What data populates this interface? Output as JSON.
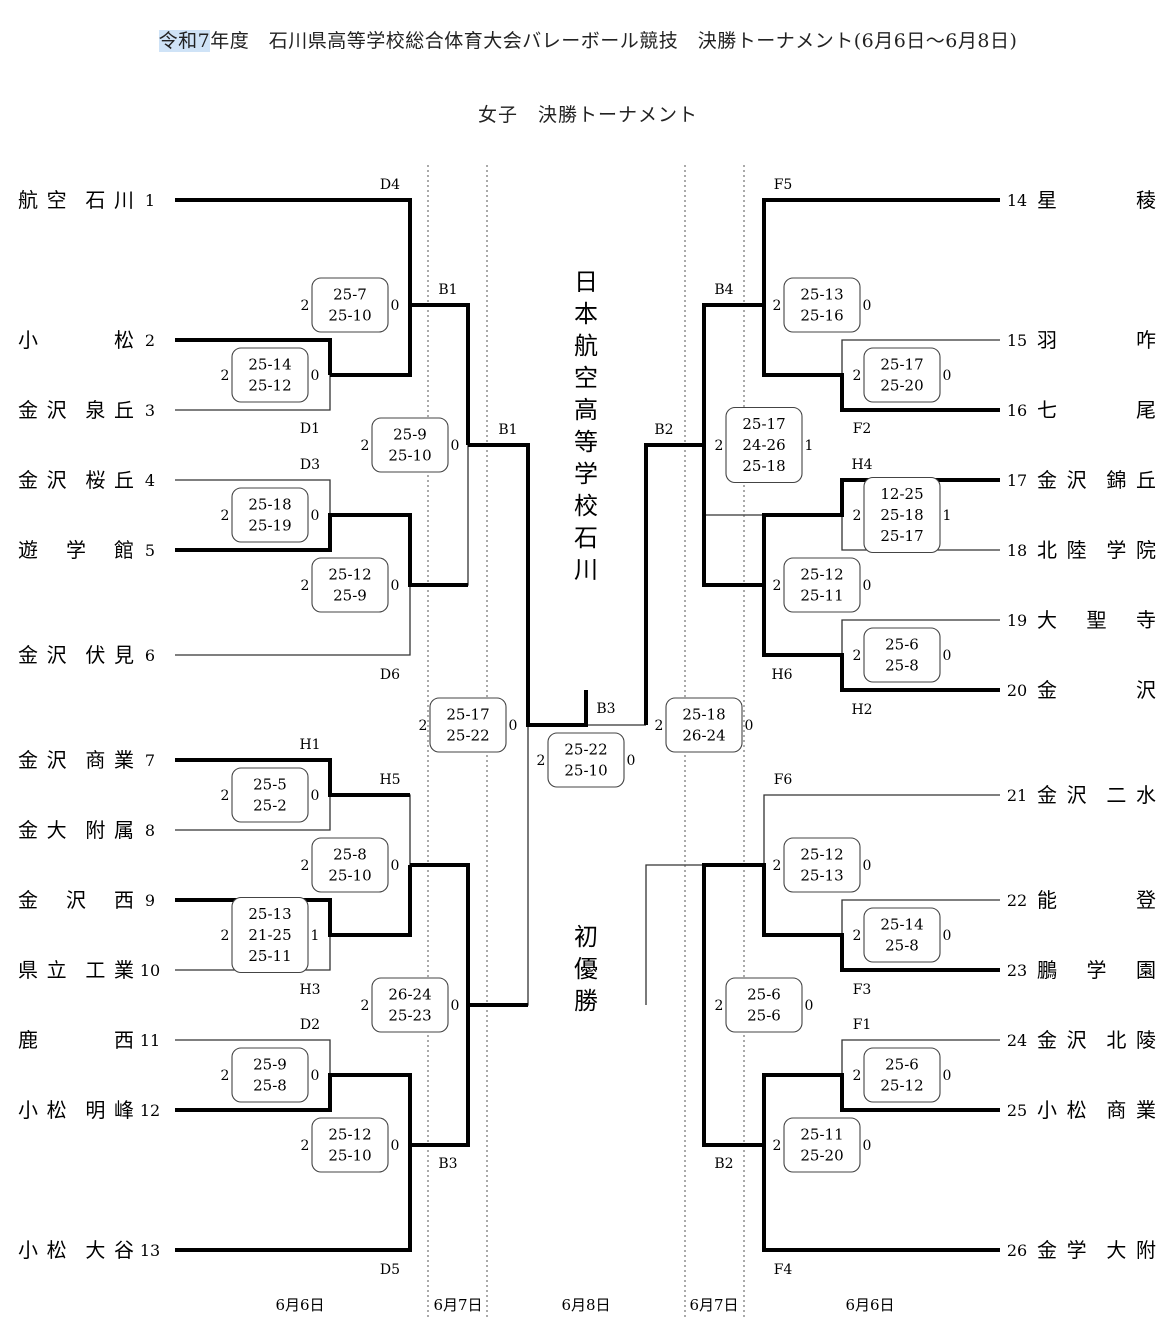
{
  "header": {
    "title_highlight": "令和7",
    "title_rest": "年度　石川県高等学校総合体育大会バレーボール競技　決勝トーナメント(6月6日～6月8日)",
    "subtitle": "女子　決勝トーナメント"
  },
  "champion": {
    "name": "日本航空高等学校石川",
    "note": "初優勝"
  },
  "dates": {
    "left_day1": "6月6日",
    "left_day2": "6月7日",
    "final": "6月8日",
    "right_day2": "6月7日",
    "right_day1": "6月6日"
  },
  "teams": [
    {
      "seed": "1",
      "name": "航空石川"
    },
    {
      "seed": "2",
      "name": "小　　松"
    },
    {
      "seed": "3",
      "name": "金沢泉丘"
    },
    {
      "seed": "4",
      "name": "金沢桜丘"
    },
    {
      "seed": "5",
      "name": "遊学館"
    },
    {
      "seed": "6",
      "name": "金沢伏見"
    },
    {
      "seed": "7",
      "name": "金沢商業"
    },
    {
      "seed": "8",
      "name": "金大附属"
    },
    {
      "seed": "9",
      "name": "金沢西"
    },
    {
      "seed": "10",
      "name": "県立工業"
    },
    {
      "seed": "11",
      "name": "鹿　　西"
    },
    {
      "seed": "12",
      "name": "小松明峰"
    },
    {
      "seed": "13",
      "name": "小松大谷"
    },
    {
      "seed": "14",
      "name": "星　　稜"
    },
    {
      "seed": "15",
      "name": "羽　　咋"
    },
    {
      "seed": "16",
      "name": "七　　尾"
    },
    {
      "seed": "17",
      "name": "金沢錦丘"
    },
    {
      "seed": "18",
      "name": "北陸学院"
    },
    {
      "seed": "19",
      "name": "大聖寺"
    },
    {
      "seed": "20",
      "name": "金　　沢"
    },
    {
      "seed": "21",
      "name": "金沢二水"
    },
    {
      "seed": "22",
      "name": "能　　登"
    },
    {
      "seed": "23",
      "name": "鵬学園"
    },
    {
      "seed": "24",
      "name": "金沢北陵"
    },
    {
      "seed": "25",
      "name": "小松商業"
    },
    {
      "seed": "26",
      "name": "金学大附"
    }
  ],
  "codes": [
    "D4",
    "D1",
    "D3",
    "D6",
    "H1",
    "H5",
    "H3",
    "D2",
    "D5",
    "B1",
    "B1",
    "B3",
    "B3",
    "B2",
    "B2",
    "F5",
    "B4",
    "F2",
    "H4",
    "H6",
    "H2",
    "F6",
    "F3",
    "F1",
    "F4"
  ],
  "matches": [
    {
      "id": "L_D1",
      "sets": [
        "25-14",
        "25-12"
      ],
      "w": "2",
      "l": "0"
    },
    {
      "id": "L_D4",
      "sets": [
        "25-7",
        "25-10"
      ],
      "w": "2",
      "l": "0"
    },
    {
      "id": "L_D3",
      "sets": [
        "25-18",
        "25-19"
      ],
      "w": "2",
      "l": "0"
    },
    {
      "id": "L_D6",
      "sets": [
        "25-12",
        "25-9"
      ],
      "w": "2",
      "l": "0"
    },
    {
      "id": "L_B1a",
      "sets": [
        "25-9",
        "25-10"
      ],
      "w": "2",
      "l": "0"
    },
    {
      "id": "L_H1",
      "sets": [
        "25-5",
        "25-2"
      ],
      "w": "2",
      "l": "0"
    },
    {
      "id": "L_H3",
      "sets": [
        "25-13",
        "21-25",
        "25-11"
      ],
      "w": "2",
      "l": "1"
    },
    {
      "id": "L_H5",
      "sets": [
        "25-8",
        "25-10"
      ],
      "w": "2",
      "l": "0"
    },
    {
      "id": "L_D2",
      "sets": [
        "25-9",
        "25-8"
      ],
      "w": "2",
      "l": "0"
    },
    {
      "id": "L_D5",
      "sets": [
        "25-12",
        "25-10"
      ],
      "w": "2",
      "l": "0"
    },
    {
      "id": "L_B3a",
      "sets": [
        "26-24",
        "25-23"
      ],
      "w": "2",
      "l": "0"
    },
    {
      "id": "L_semi",
      "sets": [
        "25-17",
        "25-22"
      ],
      "w": "2",
      "l": "0"
    },
    {
      "id": "FINAL",
      "sets": [
        "25-22",
        "25-10"
      ],
      "w": "2",
      "l": "0"
    },
    {
      "id": "R_semi",
      "sets": [
        "25-18",
        "26-24"
      ],
      "w": "2",
      "l": "0"
    },
    {
      "id": "R_F5",
      "sets": [
        "25-13",
        "25-16"
      ],
      "w": "2",
      "l": "0"
    },
    {
      "id": "R_F2",
      "sets": [
        "25-17",
        "25-20"
      ],
      "w": "2",
      "l": "0"
    },
    {
      "id": "R_B2a",
      "sets": [
        "25-17",
        "24-26",
        "25-18"
      ],
      "w": "2",
      "l": "1"
    },
    {
      "id": "R_H4",
      "sets": [
        "12-25",
        "25-18",
        "25-17"
      ],
      "w": "2",
      "l": "1"
    },
    {
      "id": "R_H6",
      "sets": [
        "25-12",
        "25-11"
      ],
      "w": "2",
      "l": "0"
    },
    {
      "id": "R_H2",
      "sets": [
        "25-6",
        "25-8"
      ],
      "w": "2",
      "l": "0"
    },
    {
      "id": "R_F6",
      "sets": [
        "25-12",
        "25-13"
      ],
      "w": "2",
      "l": "0"
    },
    {
      "id": "R_F3",
      "sets": [
        "25-14",
        "25-8"
      ],
      "w": "2",
      "l": "0"
    },
    {
      "id": "R_B2b",
      "sets": [
        "25-6",
        "25-6"
      ],
      "w": "2",
      "l": "0"
    },
    {
      "id": "R_F1",
      "sets": [
        "25-6",
        "25-12"
      ],
      "w": "2",
      "l": "0"
    },
    {
      "id": "R_F4",
      "sets": [
        "25-11",
        "25-20"
      ],
      "w": "2",
      "l": "0"
    }
  ]
}
